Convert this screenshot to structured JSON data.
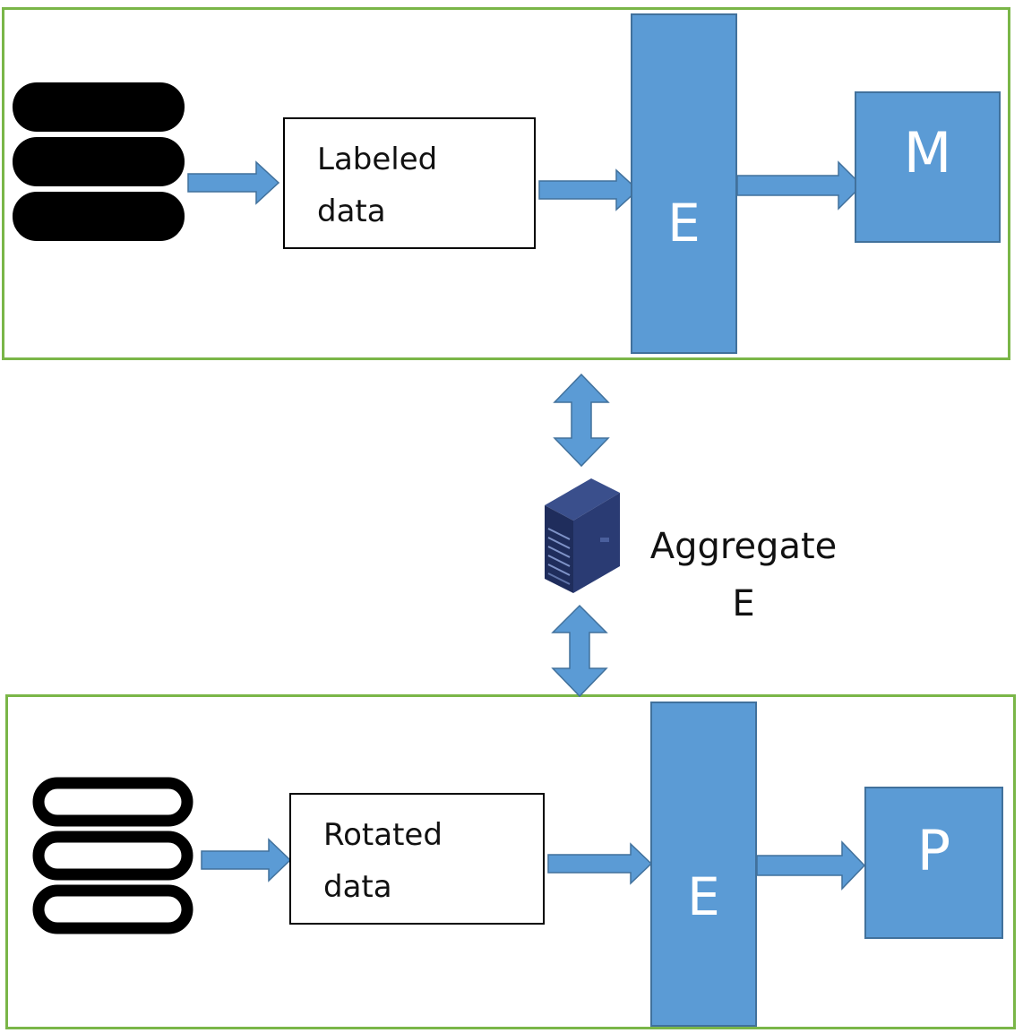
{
  "top_panel": {
    "data_box": {
      "line1": "Labeled",
      "line2": "data"
    },
    "encoder_label": "E",
    "output_label": "M"
  },
  "aggregator": {
    "line1": "Aggregate",
    "line2": "E",
    "icon": "server-icon"
  },
  "bottom_panel": {
    "data_box": {
      "line1": "Rotated",
      "line2": "data"
    },
    "encoder_label": "E",
    "output_label": "P"
  },
  "colors": {
    "panel_border": "#7ab648",
    "block_fill": "#5b9bd5",
    "block_border": "#41719c",
    "arrow_fill": "#5b9bd5",
    "database_solid": "#000000",
    "server_body": "#1f2d5c"
  }
}
